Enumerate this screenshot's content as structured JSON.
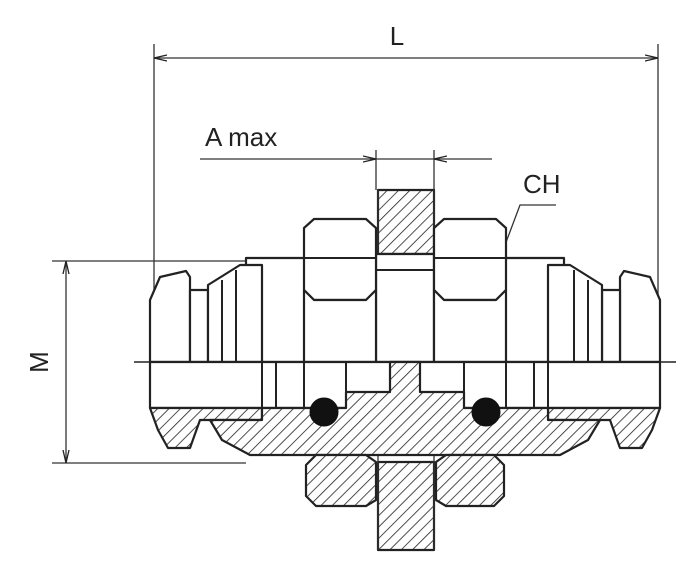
{
  "diagram": {
    "labels": {
      "length": "L",
      "a_max": "A max",
      "wrench_size": "CH",
      "thread": "M"
    },
    "colors": {
      "line": "#222222",
      "background": "#ffffff"
    }
  }
}
